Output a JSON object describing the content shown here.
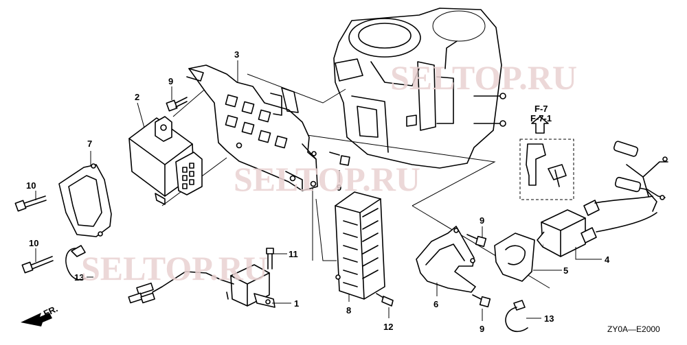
{
  "callouts": {
    "c1": "1",
    "c2": "2",
    "c3": "3",
    "c4": "4",
    "c5": "5",
    "c6": "6",
    "c7": "7",
    "c8": "8",
    "c9a": "9",
    "c9b": "9",
    "c9c": "9",
    "c9d": "9",
    "c10a": "10",
    "c10b": "10",
    "c11": "11",
    "c12": "12",
    "c13a": "13",
    "c13b": "13"
  },
  "reference": {
    "top": "F-7",
    "bottom": "F-7-1"
  },
  "front_label": "FR.",
  "diagram_code": "ZY0A—E2000",
  "watermarks": [
    "SELTOP.RU",
    "SELTOP.RU",
    "SELTOP.RU"
  ]
}
